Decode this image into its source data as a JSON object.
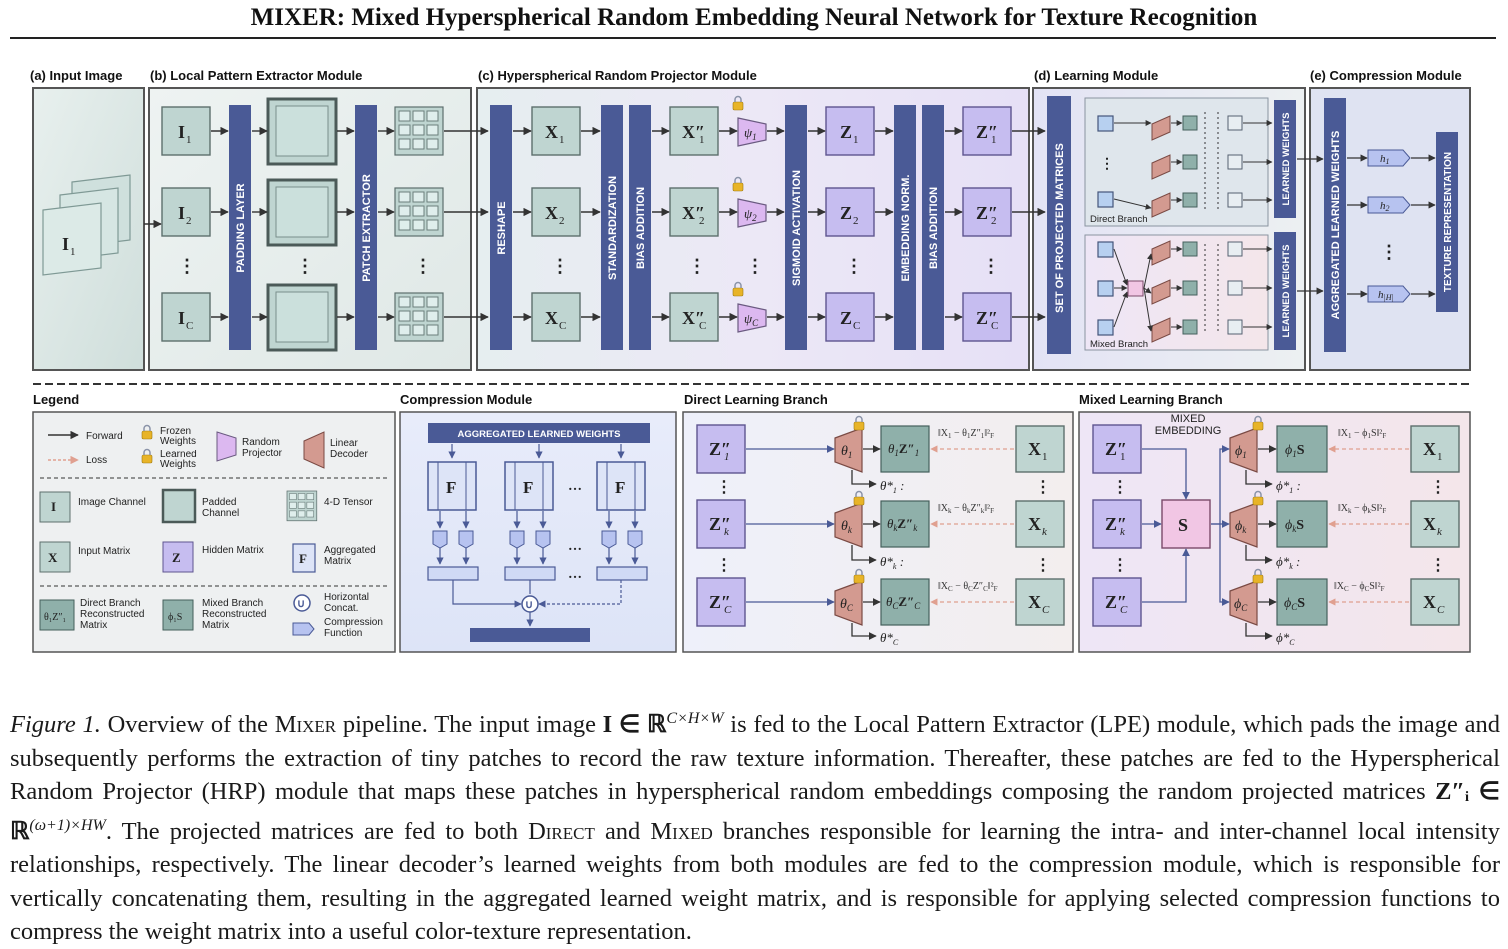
{
  "title": "MIXER: Mixed Hyperspherical Random Embedding Neural Network for Texture Recognition",
  "sections": {
    "input": "(a) Input Image",
    "lpe": "(b) Local Pattern Extractor Module",
    "hrp": "(c) Hyperspherical Random Projector Module",
    "learning": "(d) Learning Module",
    "compression": "(e) Compression Module"
  },
  "bars": {
    "padding": "PADDING LAYER",
    "patch": "PATCH EXTRACTOR",
    "reshape": "RESHAPE",
    "standardization": "STANDARDIZATION",
    "bias1": "BIAS ADDITION",
    "sigmoid": "SIGMOID ACTIVATION",
    "embnorm": "EMBEDDING NORM.",
    "bias2": "BIAS ADDITION",
    "setproj": "SET OF PROJECTED MATRICES",
    "learned1": "LEARNED WEIGHTS",
    "learned2": "LEARNED WEIGHTS",
    "aggregated": "AGGREGATED LEARNED WEIGHTS",
    "texture": "TEXTURE REPRESENTATION"
  },
  "branch_labels": {
    "direct": "Direct Branch",
    "mixed": "Mixed Branch"
  },
  "bottom_titles": {
    "legend": "Legend",
    "compression": "Compression Module",
    "direct": "Direct Learning Branch",
    "mixed": "Mixed Learning Branch"
  },
  "legend": {
    "forward": "Forward",
    "loss": "Loss",
    "frozen": "Frozen Weights",
    "learned": "Learned Weights",
    "random_projector": "Random Projector",
    "linear_decoder": "Linear Decoder",
    "image_channel": "Image Channel",
    "padded_channel": "Padded Channel",
    "tensor": "4-D Tensor",
    "input_matrix": "Input Matrix",
    "hidden_matrix": "Hidden Matrix",
    "aggregated_matrix": "Aggregated Matrix",
    "direct_recon": "Direct Branch Reconstructed Matrix",
    "mixed_recon": "Mixed Branch Reconstructed Matrix",
    "horizontal": "Horizontal Concat.",
    "compression_fn": "Compression Function"
  },
  "compression_panel": {
    "header": "AGGREGATED LEARNED WEIGHTS",
    "f": "F"
  },
  "mixed_embedding": "MIXED EMBEDDING",
  "colors": {
    "bar": "#4a5a96",
    "teal_box": "#bfd5d1",
    "purple_box": "#c6bdf0",
    "decoder": "#d39a90",
    "projector": "#dcb8f0",
    "lock": "#e8b428"
  },
  "caption": {
    "fig_label": "Figure 1.",
    "p1": " Overview of the ",
    "mixer": "Mixer",
    "p2": " pipeline. The input image ",
    "math1": "I ∈ ℝ",
    "math1_sup": "C×H×W",
    "p3": " is fed to the Local Pattern Extractor (LPE) module, which pads the image and subsequently performs the extraction of tiny patches to record the raw texture information. Thereafter, these patches are fed to the Hyperspherical Random Projector (HRP) module that maps these patches in hyperspherical random embeddings composing the random projected matrices ",
    "math2": "Z″ᵢ ∈ ℝ",
    "math2_sup": "(ω+1)×HW",
    "p4": ". The projected matrices are fed to both ",
    "direct": "Direct",
    "p5": " and ",
    "mixed": "Mixed",
    "p6": " branches responsible for learning the intra- and inter-channel local intensity relationships, respectively. The linear decoder’s learned weights from both modules are fed to the compression module, which is responsible for vertically concatenating them, resulting in the aggregated learned weight matrix, and is responsible for applying selected compression functions to compress the weight matrix into a useful color-texture representation."
  }
}
